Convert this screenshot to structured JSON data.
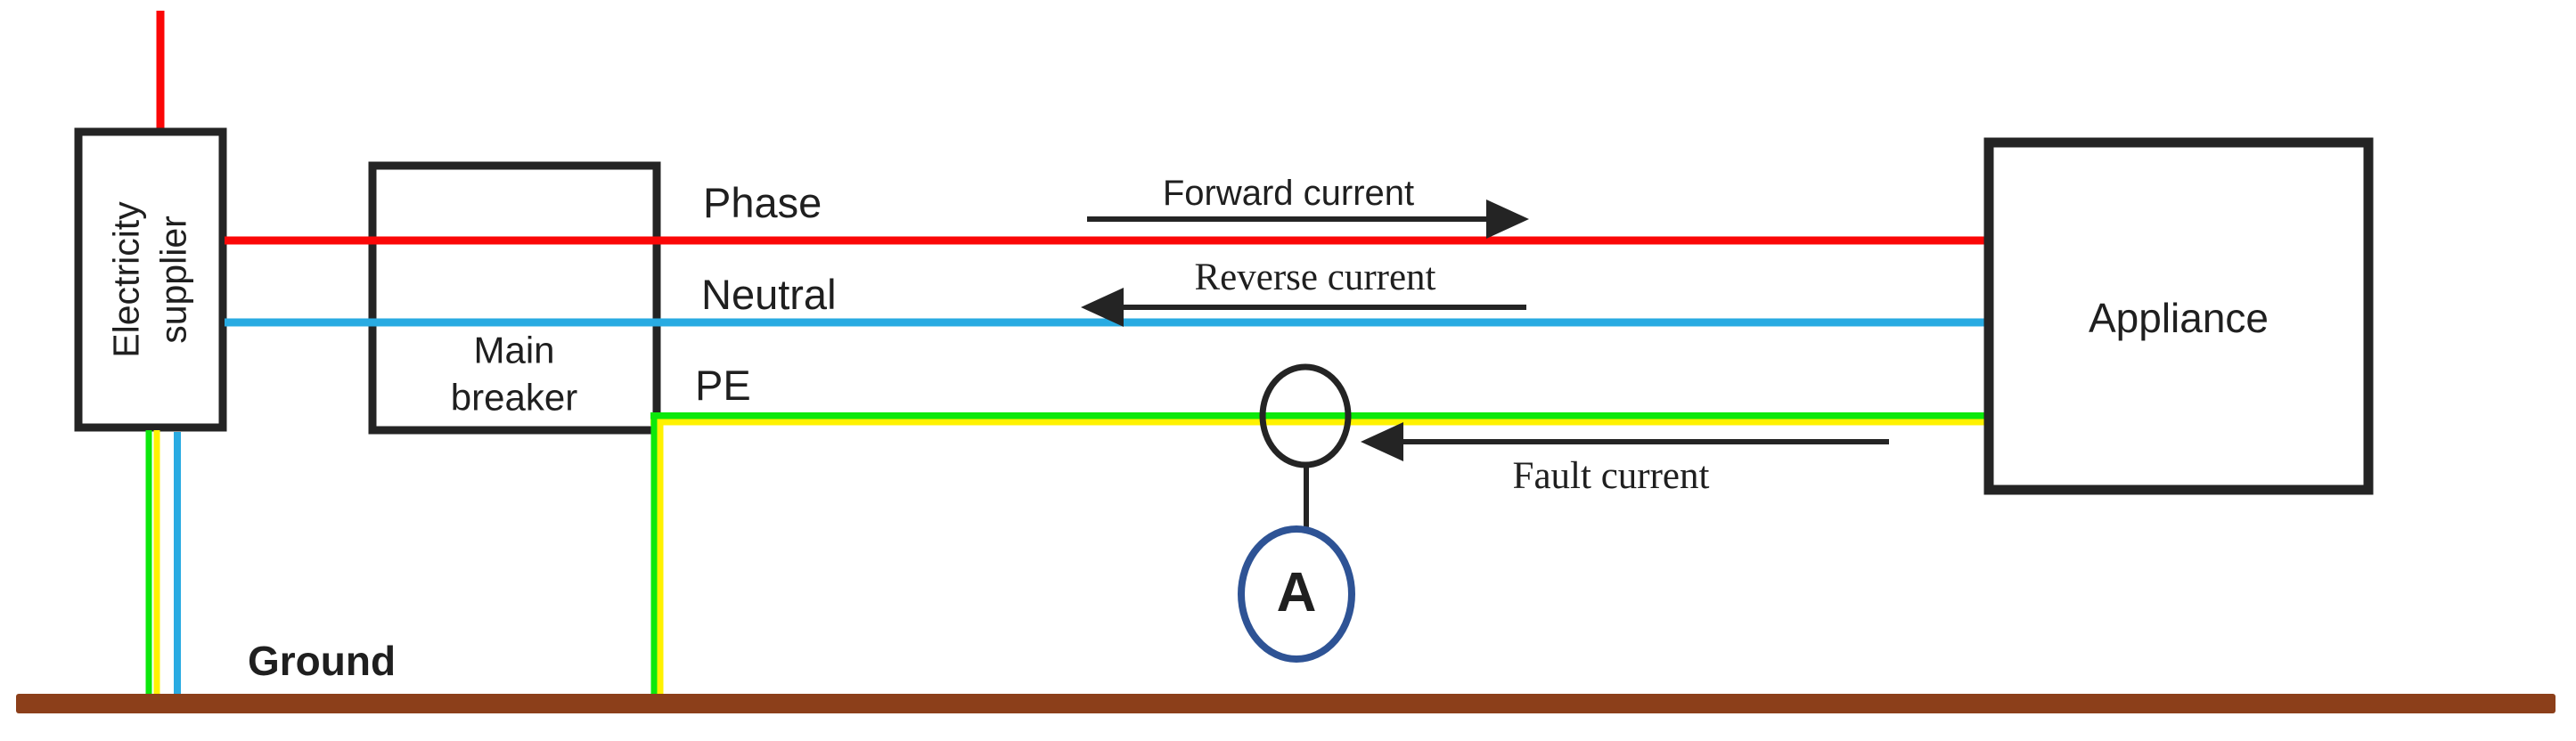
{
  "labels": {
    "supplier_line1": "Electricity",
    "supplier_line2": "supplier",
    "breaker_line1": "Main",
    "breaker_line2": "breaker",
    "appliance": "Appliance",
    "phase": "Phase",
    "neutral": "Neutral",
    "pe": "PE",
    "ground": "Ground",
    "forward": "Forward current",
    "reverse": "Reverse current",
    "fault": "Fault current",
    "ammeter": "A"
  },
  "colors": {
    "phase_red": "#fb0707",
    "neutral_blue": "#29abe2",
    "pe_green": "#0ce80c",
    "pe_yellow": "#fff200",
    "ground_brown": "#8c3f1a",
    "meter_ring_blue": "#2e5395",
    "ink_black": "#242424"
  }
}
